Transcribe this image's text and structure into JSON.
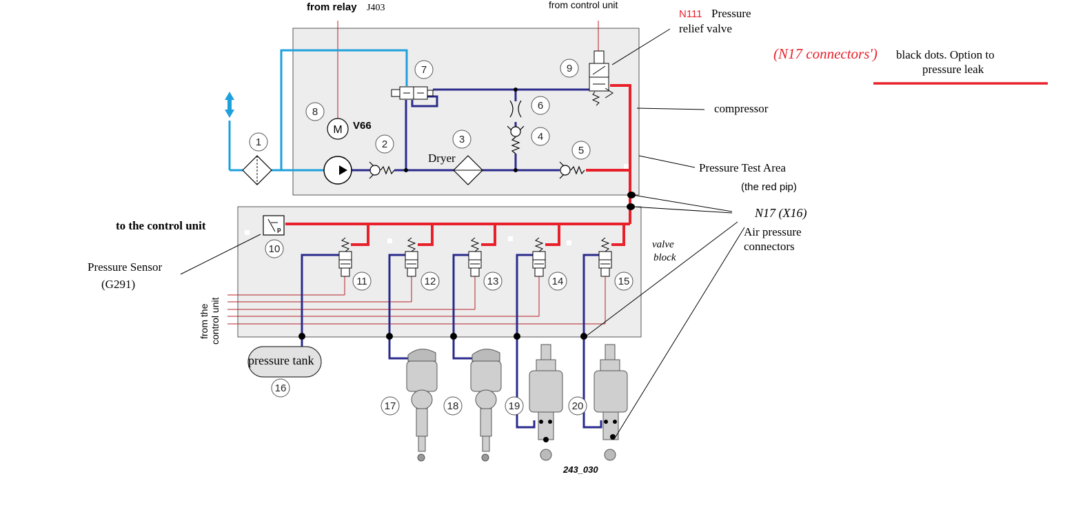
{
  "labels": {
    "from_relay": "from relay",
    "j403": "J403",
    "from_control_unit_top": "from control unit",
    "n111": "N111",
    "pressure_relief_1": "Pressure",
    "pressure_relief_2": "relief valve",
    "note_n17": "(N17  connectors')",
    "note_black_dots": "black dots. Option to",
    "note_pressure_leak": "pressure  leak",
    "compressor": "compressor",
    "pressure_test_area": "Pressure Test Area",
    "the_red_pip": "(the red pip)",
    "n17_x16": "N17 (X16)",
    "air_pressure": "Air pressure",
    "connectors": "connectors",
    "to_control_unit": "to the control unit",
    "pressure_sensor": "Pressure Sensor",
    "g291": "(G291)",
    "from_the": "from the",
    "control_unit": "control unit",
    "valve": "valve",
    "block": "block",
    "dryer": "Dryer",
    "v66": "V66",
    "pressure_tank": "pressure tank",
    "figure_id": "243_030"
  },
  "callouts": [
    "1",
    "2",
    "3",
    "4",
    "5",
    "6",
    "7",
    "8",
    "9",
    "10",
    "11",
    "12",
    "13",
    "14",
    "15",
    "16",
    "17",
    "18",
    "19",
    "20"
  ],
  "colors": {
    "pressure_line": "#e8202a",
    "air_intake": "#1ea0dc",
    "low_pressure": "#2a2a8c",
    "signal_line": "#b52025",
    "block_fill": "#ededed",
    "annotation_red": "#e8202a"
  }
}
